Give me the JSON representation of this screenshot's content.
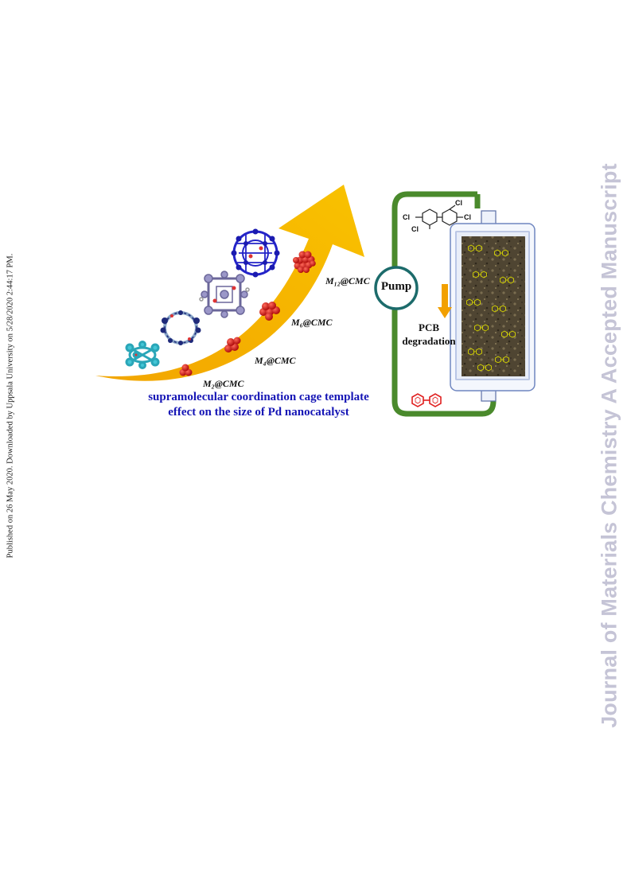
{
  "sidebar_left": {
    "text": "Published on 26 May 2020. Downloaded by Uppsala University on 5/28/2020 2:44:17 PM."
  },
  "sidebar_right": {
    "text": "Journal of Materials Chemistry A Accepted Manuscript"
  },
  "figure": {
    "labels": {
      "m2": "M₂@CMC",
      "m4": "M₄@CMC",
      "m6": "M₆@CMC",
      "m12": "M₁₂@CMC"
    },
    "caption_line1": "supramolecular coordination cage template",
    "caption_line2": "effect on the size of Pd nanocatalyst",
    "pump": "Pump",
    "degradation_line1": "PCB",
    "degradation_line2": "degradation",
    "cl": "Cl",
    "colors": {
      "arrow": "#f7b500",
      "caption": "#1515b5",
      "loop": "#4a8a2c",
      "pump_ring": "#1c6b6b",
      "nanoparticle": "#d41a1a",
      "column_fill": "#4f4532",
      "watermark": "#c5c4d6"
    }
  }
}
